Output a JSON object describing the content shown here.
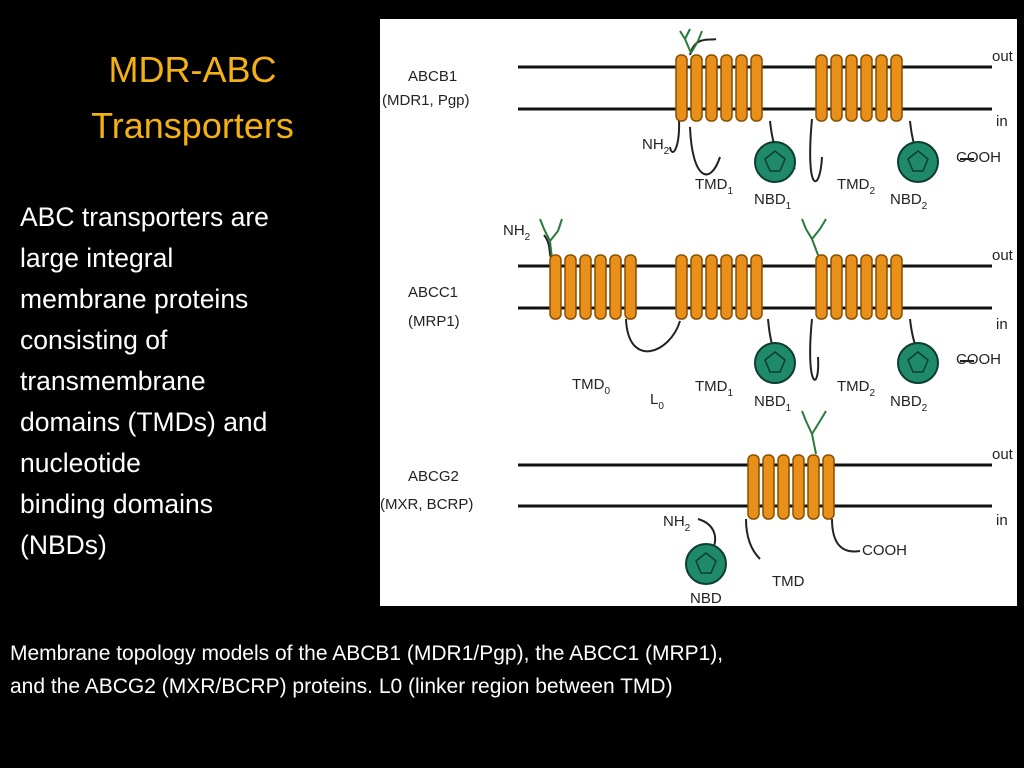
{
  "title_line1": "MDR-ABC",
  "title_line2": "Transporters",
  "body": [
    "ABC transporters are",
    "large integral",
    "membrane proteins",
    "consisting of",
    "transmembrane",
    "domains (TMDs) and",
    "nucleotide",
    "binding domains",
    "(NBDs)"
  ],
  "caption": [
    "Membrane topology models of the ABCB1 (MDR1/Pgp), the ABCC1 (MRP1),",
    "and the ABCG2 (MXR/BCRP) proteins. L0 (linker region between TMD)"
  ],
  "figure": {
    "side_out": "out",
    "side_in": "in",
    "nh": "NH",
    "nh_sub": "2",
    "cooh": "COOH",
    "abcb1": {
      "name": "ABCB1",
      "alias": "(MDR1, Pgp)",
      "tmd1": "TMD",
      "tmd1_sub": "1",
      "tmd2": "TMD",
      "tmd2_sub": "2",
      "nbd1": "NBD",
      "nbd1_sub": "1",
      "nbd2": "NBD",
      "nbd2_sub": "2"
    },
    "abcc1": {
      "name": "ABCC1",
      "alias": "(MRP1)",
      "tmd0": "TMD",
      "tmd0_sub": "0",
      "l0": "L",
      "l0_sub": "0",
      "tmd1": "TMD",
      "tmd1_sub": "1",
      "tmd2": "TMD",
      "tmd2_sub": "2",
      "nbd1": "NBD",
      "nbd1_sub": "1",
      "nbd2": "NBD",
      "nbd2_sub": "2"
    },
    "abcg2": {
      "name": "ABCG2",
      "alias": "(MXR, BCRP)",
      "tmd": "TMD",
      "nbd": "NBD"
    }
  },
  "colors": {
    "title": "#f3b113",
    "helix": "#e8901a",
    "helix_stroke": "#8a4e00",
    "nbd": "#1f8a6a"
  }
}
